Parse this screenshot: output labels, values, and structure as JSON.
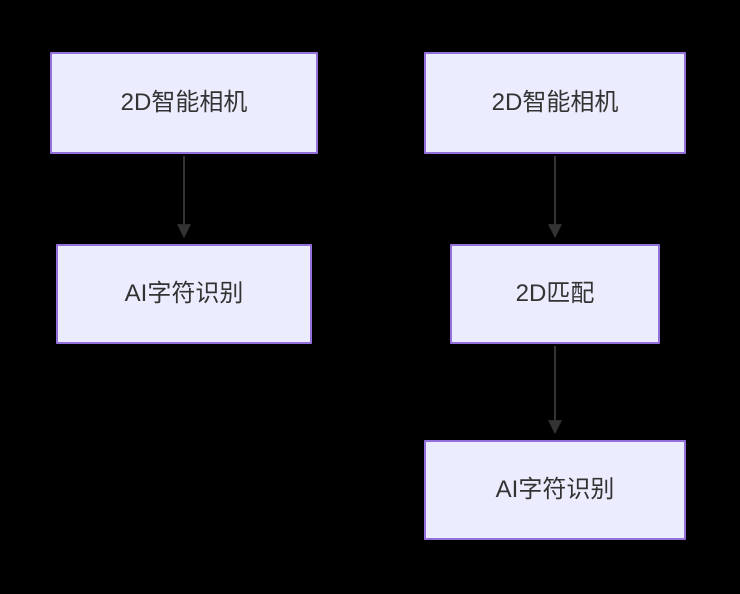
{
  "diagram": {
    "type": "flowchart",
    "background_color": "#000000",
    "node_fill_color": "#ececff",
    "node_border_color": "#9370db",
    "node_text_color": "#333333",
    "arrow_color": "#333333",
    "columns": [
      {
        "name": "left-flow",
        "nodes": [
          {
            "label": "2D智能相机"
          },
          {
            "label": "AI字符识别"
          }
        ],
        "edges": [
          {
            "from": "2D智能相机",
            "to": "AI字符识别"
          }
        ]
      },
      {
        "name": "right-flow",
        "nodes": [
          {
            "label": "2D智能相机"
          },
          {
            "label": "2D匹配"
          },
          {
            "label": "AI字符识别"
          }
        ],
        "edges": [
          {
            "from": "2D智能相机",
            "to": "2D匹配"
          },
          {
            "from": "2D匹配",
            "to": "AI字符识别"
          }
        ]
      }
    ]
  }
}
